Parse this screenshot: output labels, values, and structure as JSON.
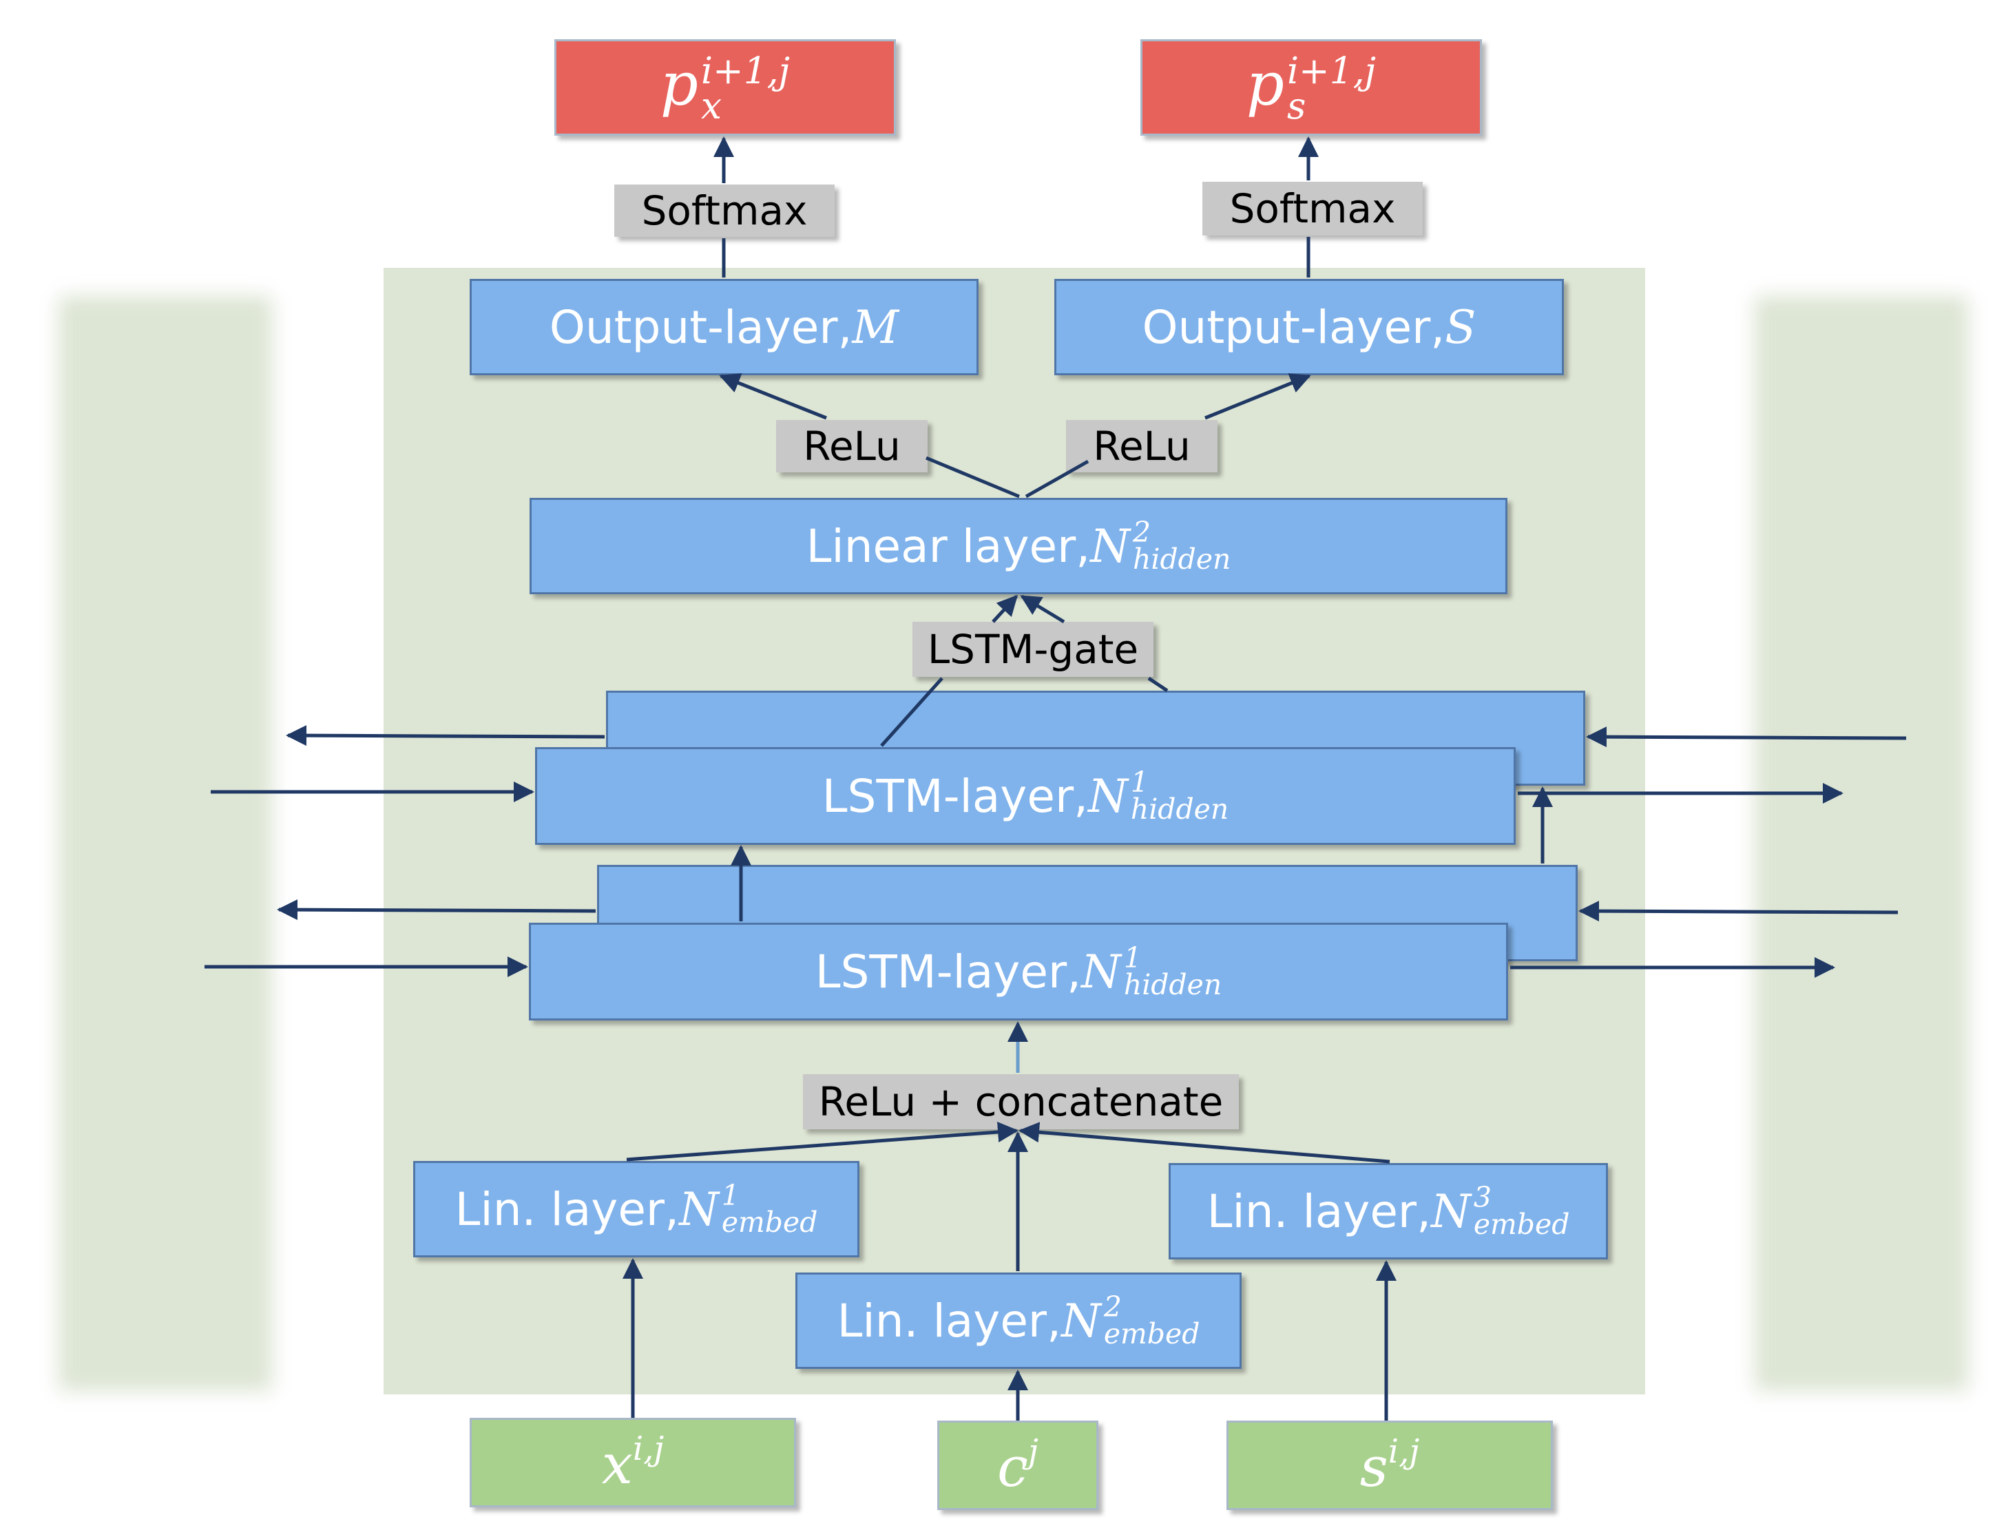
{
  "outputs": {
    "px": {
      "base": "p",
      "sub": "x",
      "sup": "i+1,j"
    },
    "ps": {
      "base": "p",
      "sub": "s",
      "sup": "i+1,j"
    }
  },
  "softmax_left": "Softmax",
  "softmax_right": "Softmax",
  "output_layer_m": {
    "text": "Output-layer, ",
    "symbol": "M"
  },
  "output_layer_s": {
    "text": "Output-layer, ",
    "symbol": "S"
  },
  "relu_left": "ReLu",
  "relu_right": "ReLu",
  "linear_layer": {
    "text": "Linear layer, ",
    "base": "N",
    "sup": "2",
    "sub": "hidden"
  },
  "lstm_gate": "LSTM-gate",
  "lstm_layer_top": {
    "text": "LSTM-layer, ",
    "base": "N",
    "sup": "1",
    "sub": "hidden"
  },
  "lstm_layer_bottom": {
    "text": "LSTM-layer, ",
    "base": "N",
    "sup": "1",
    "sub": "hidden"
  },
  "relu_concat": "ReLu + concatenate",
  "lin_layer_1": {
    "text": "Lin. layer, ",
    "base": "N",
    "sup": "1",
    "sub": "embed"
  },
  "lin_layer_2": {
    "text": "Lin. layer, ",
    "base": "N",
    "sup": "2",
    "sub": "embed"
  },
  "lin_layer_3": {
    "text": "Lin. layer, ",
    "base": "N",
    "sup": "3",
    "sub": "embed"
  },
  "inputs": {
    "x": {
      "base": "x",
      "sup": "i,j"
    },
    "c": {
      "base": "c",
      "sup": "j"
    },
    "s": {
      "base": "s",
      "sup": "i,j"
    }
  },
  "colors": {
    "layer_fill": "#80b3ec",
    "layer_border": "#5076a8",
    "activation_fill": "#c8c8c8",
    "output_fill": "#e8625c",
    "input_fill": "#a9d18e",
    "panel_fill": "#dde5d4",
    "arrow": "#1f3864"
  }
}
